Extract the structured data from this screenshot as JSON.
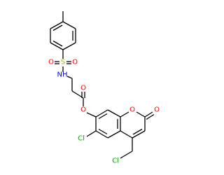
{
  "molecule": {
    "atoms": {
      "sulfonyl_oxygen_left": {
        "text": "O",
        "element": "O"
      },
      "sulfur": {
        "text": "S",
        "element": "S"
      },
      "sulfonyl_oxygen_right": {
        "text": "O",
        "element": "O"
      },
      "amide_nitrogen": {
        "text": "NH",
        "element": "N"
      },
      "carbonyl_oxygen": {
        "text": "O",
        "element": "O"
      },
      "ester_oxygen": {
        "text": "O",
        "element": "O"
      },
      "ring_oxygen": {
        "text": "O",
        "element": "O"
      },
      "lactone_oxygen": {
        "text": "O",
        "element": "O"
      },
      "ring_chlorine": {
        "text": "Cl",
        "element": "Cl"
      },
      "chloromethyl_chlorine": {
        "text": "Cl",
        "element": "Cl"
      }
    }
  },
  "colors": {
    "bond": "#000000",
    "oxygen": "#ff0000",
    "sulfur": "#b2b200",
    "nitrogen": "#0000ff",
    "chlorine": "#00b000"
  }
}
